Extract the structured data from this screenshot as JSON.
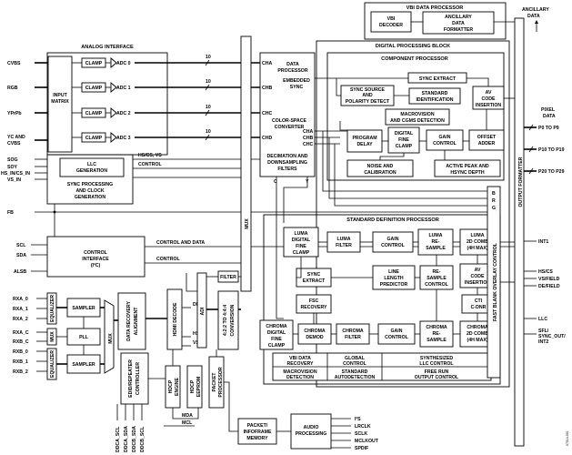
{
  "top": {
    "vbi_processor_title": "VBI DATA PROCESSOR",
    "vbi_decoder": [
      "VBI",
      "DECODER"
    ],
    "ancillary_formatter": [
      "ANCILLARY",
      "DATA",
      "FORMATTER"
    ],
    "ancillary_data": [
      "ANCILLARY",
      "DATA"
    ],
    "digital_processing_block": "DIGITAL PROCESSING BLOCK",
    "component_processor": "COMPONENT PROCESSOR"
  },
  "analog": {
    "title": "ANALOG INTERFACE",
    "inputs": [
      "CVBS",
      "RGB",
      "YPrPb",
      "YC AND",
      "CVBS"
    ],
    "input_matrix": [
      "INPUT",
      "MATRIX"
    ],
    "clamp": "CLAMP",
    "adcs": [
      "ADC 0",
      "ADC 1",
      "ADC 2",
      "ADC 3"
    ],
    "bus_width": "10"
  },
  "data_processor": {
    "channels": [
      "CHA",
      "CHB",
      "CHC",
      "CHD"
    ],
    "title": [
      "DATA",
      "PROCESSOR"
    ],
    "embedded_sync": [
      "EMBEDDED",
      "SYNC"
    ],
    "csc": [
      "COLOR-SPACE",
      "CONVERTER"
    ],
    "decimation": [
      "DECIMATION AND",
      "DOWNSAMPLING",
      "FILTERS"
    ],
    "c": "C",
    "y": "Y"
  },
  "component": {
    "sync_extract": "SYNC EXTRACT",
    "sync_source": [
      "SYNC SOURCE",
      "AND",
      "POLARITY DETECT"
    ],
    "standard_id": [
      "STANDARD",
      "IDENTIFICATION"
    ],
    "av_code": [
      "AV",
      "CODE",
      "INSERTION"
    ],
    "macrovision": [
      "MACROVISION",
      "AND CGMS DETECTION"
    ],
    "program_delay": [
      "PROGRAM",
      "DELAY"
    ],
    "digital_clamp": [
      "DIGITAL",
      "FINE",
      "CLAMP"
    ],
    "gain": [
      "GAIN",
      "CONTROL"
    ],
    "offset": [
      "OFFSET",
      "ADDER"
    ],
    "noise": [
      "NOISE AND",
      "CALIBRATION"
    ],
    "active_peak": [
      "ACTIVE PEAK AND",
      "HSYNC DEPTH"
    ],
    "chc": "CHC"
  },
  "sync": {
    "inputs": [
      "SOG",
      "SOY",
      "HS_IN/CS_IN",
      "VS_IN"
    ],
    "llc_generation": [
      "LLC",
      "GENERATION"
    ],
    "sync_clock": [
      "SYNC PROCESSING",
      "AND CLOCK",
      "GENERATION"
    ],
    "hs_cs_vs": "HS/CS, VS",
    "control": "CONTROL",
    "fb": "FB"
  },
  "control": {
    "inputs": [
      "SCL",
      "SDA",
      "ALSB"
    ],
    "interface": [
      "CONTROL",
      "INTERFACE",
      "(I²C)"
    ],
    "control_and_data": "CONTROL AND DATA",
    "control": "CONTROL"
  },
  "mux_label": "MUX",
  "sd": {
    "title": "STANDARD DEFINITION PROCESSOR",
    "luma_clamp": [
      "LUMA",
      "DIGITAL",
      "FINE",
      "CLAMP"
    ],
    "luma_filter": [
      "LUMA",
      "FILTER"
    ],
    "gain": [
      "GAIN",
      "CONTROL"
    ],
    "luma_resample": [
      "LUMA",
      "RE-",
      "SAMPLE"
    ],
    "luma_comb": [
      "LUMA",
      "2D COMB",
      "(4H MAX)"
    ],
    "sync_extract": [
      "SYNC",
      "EXTRACT"
    ],
    "line_length": [
      "LINE",
      "LENGTH",
      "PREDICTOR"
    ],
    "resample_control": [
      "RE-",
      "SAMPLE",
      "CONTROL"
    ],
    "av_code": [
      "AV",
      "CODE",
      "INSERTION"
    ],
    "fsc_recovery": [
      "FSC",
      "RECOVERY"
    ],
    "cti": [
      "CTI",
      "C-DNR"
    ],
    "chroma_clamp": [
      "CHROMA",
      "DIGITAL",
      "FINE",
      "CLAMP"
    ],
    "chroma_demod": [
      "CHROMA",
      "DEMOD"
    ],
    "chroma_filter": [
      "CHROMA",
      "FILTER"
    ],
    "chroma_gain": [
      "GAIN",
      "CONTROL"
    ],
    "chroma_resample": [
      "CHROMA",
      "RE-",
      "SAMPLE"
    ],
    "chroma_comb": [
      "CHROMA",
      "2D COMB",
      "(4H MAX)"
    ],
    "vbi_recovery": [
      "VBI DATA",
      "RECOVERY"
    ],
    "global_control": [
      "GLOBAL",
      "CONTROL"
    ],
    "synthesized_llc": [
      "SYNTHESIZED",
      "LLC CONTROL"
    ],
    "macrovision_det": [
      "MACROVISION",
      "DETECTION"
    ],
    "standard_auto": [
      "STANDARD",
      "AUTODETECTION"
    ],
    "free_run": [
      "FREE RUN",
      "OUTPUT CONTROL"
    ]
  },
  "hdmi": {
    "rx_pins": [
      "RXA_0",
      "RXA_1",
      "RXA_2",
      "RXA_C",
      "RXB_C",
      "RXB_0",
      "RXB_1",
      "RXB_2"
    ],
    "equalizer": "EQUALIZER",
    "sampler": "SAMPLER",
    "pll": "PLL",
    "mux": "MUX",
    "data_recovery": [
      "DATA RECOVERY",
      "ALIGNMENT"
    ],
    "hdmi_decode": "HDMI DECODE",
    "edid": [
      "EDID/REPEATER",
      "CONTROLLER"
    ],
    "de": "DE",
    "hs": "HS",
    "vs": "VS",
    "adi": "ADI",
    "filter": "FILTER",
    "conversion": [
      "4:2:2 TO 4:4:4",
      "CONVERSION"
    ],
    "hdcp_engine": [
      "HDCP",
      "ENGINE"
    ],
    "hdcp_eeprom": [
      "HDCP",
      "EEPROM"
    ],
    "packet_processor": [
      "PACKET",
      "PROCESSOR"
    ],
    "mda": "MDA",
    "mcl": "MCL",
    "ddc_pins": [
      "DDCA_SCL",
      "DDCA_SDA",
      "DDCB_SDA",
      "DDCB_SCL"
    ],
    "packet_memory": [
      "PACKET/",
      "INFOFRAME",
      "MEMORY"
    ],
    "audio_processing": [
      "AUDIO",
      "PROCESSING"
    ],
    "audio_outputs": [
      "I²S",
      "LRCLK",
      "SCLK",
      "MCLKOUT",
      "SPDIF"
    ]
  },
  "output": {
    "formatter": "OUTPUT FORMATTER",
    "fast_blank": "FAST BLANK OVERLAY CONTROL",
    "pixel_data": [
      "PIXEL",
      "DATA"
    ],
    "p_groups": [
      "P0 TO P9",
      "P10 TO P19",
      "P20 TO P29"
    ],
    "p_width": "10",
    "b": "B",
    "r": "R",
    "g": "G",
    "int1": "INT1",
    "hs_cs": "HS/CS",
    "vs_field": "VS/FIELD",
    "de_field": "DE/FIELD",
    "llc": "LLC",
    "sfl": [
      "SFL/",
      "SYNC_OUT/",
      "INT2"
    ],
    "figure_id": "07014-001"
  }
}
